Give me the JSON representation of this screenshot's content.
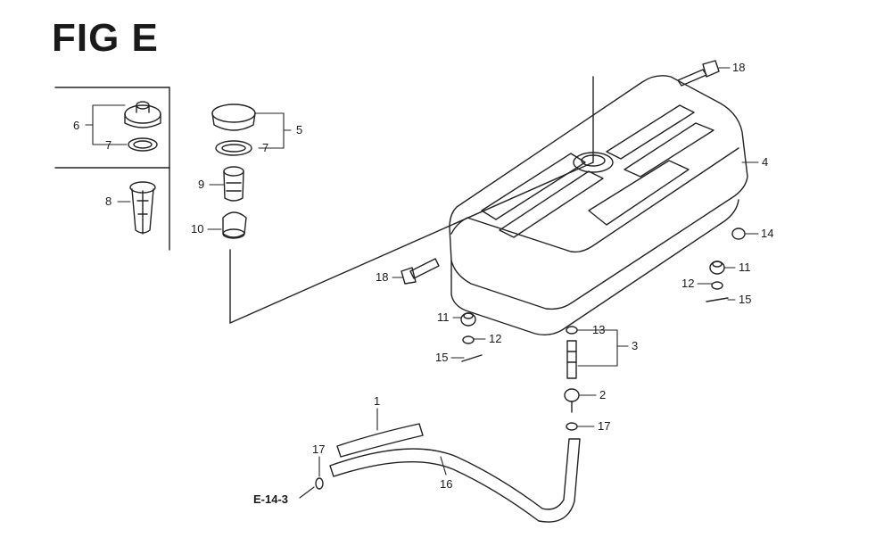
{
  "title": "FIG E",
  "reference": "E-14-3",
  "parts": [
    {
      "no": "1"
    },
    {
      "no": "2"
    },
    {
      "no": "3"
    },
    {
      "no": "4"
    },
    {
      "no": "5"
    },
    {
      "no": "6"
    },
    {
      "no": "7"
    },
    {
      "no": "7"
    },
    {
      "no": "8"
    },
    {
      "no": "9"
    },
    {
      "no": "10"
    },
    {
      "no": "11"
    },
    {
      "no": "11"
    },
    {
      "no": "12"
    },
    {
      "no": "12"
    },
    {
      "no": "13"
    },
    {
      "no": "14"
    },
    {
      "no": "15"
    },
    {
      "no": "15"
    },
    {
      "no": "16"
    },
    {
      "no": "17"
    },
    {
      "no": "17"
    },
    {
      "no": "18"
    },
    {
      "no": "18"
    }
  ]
}
